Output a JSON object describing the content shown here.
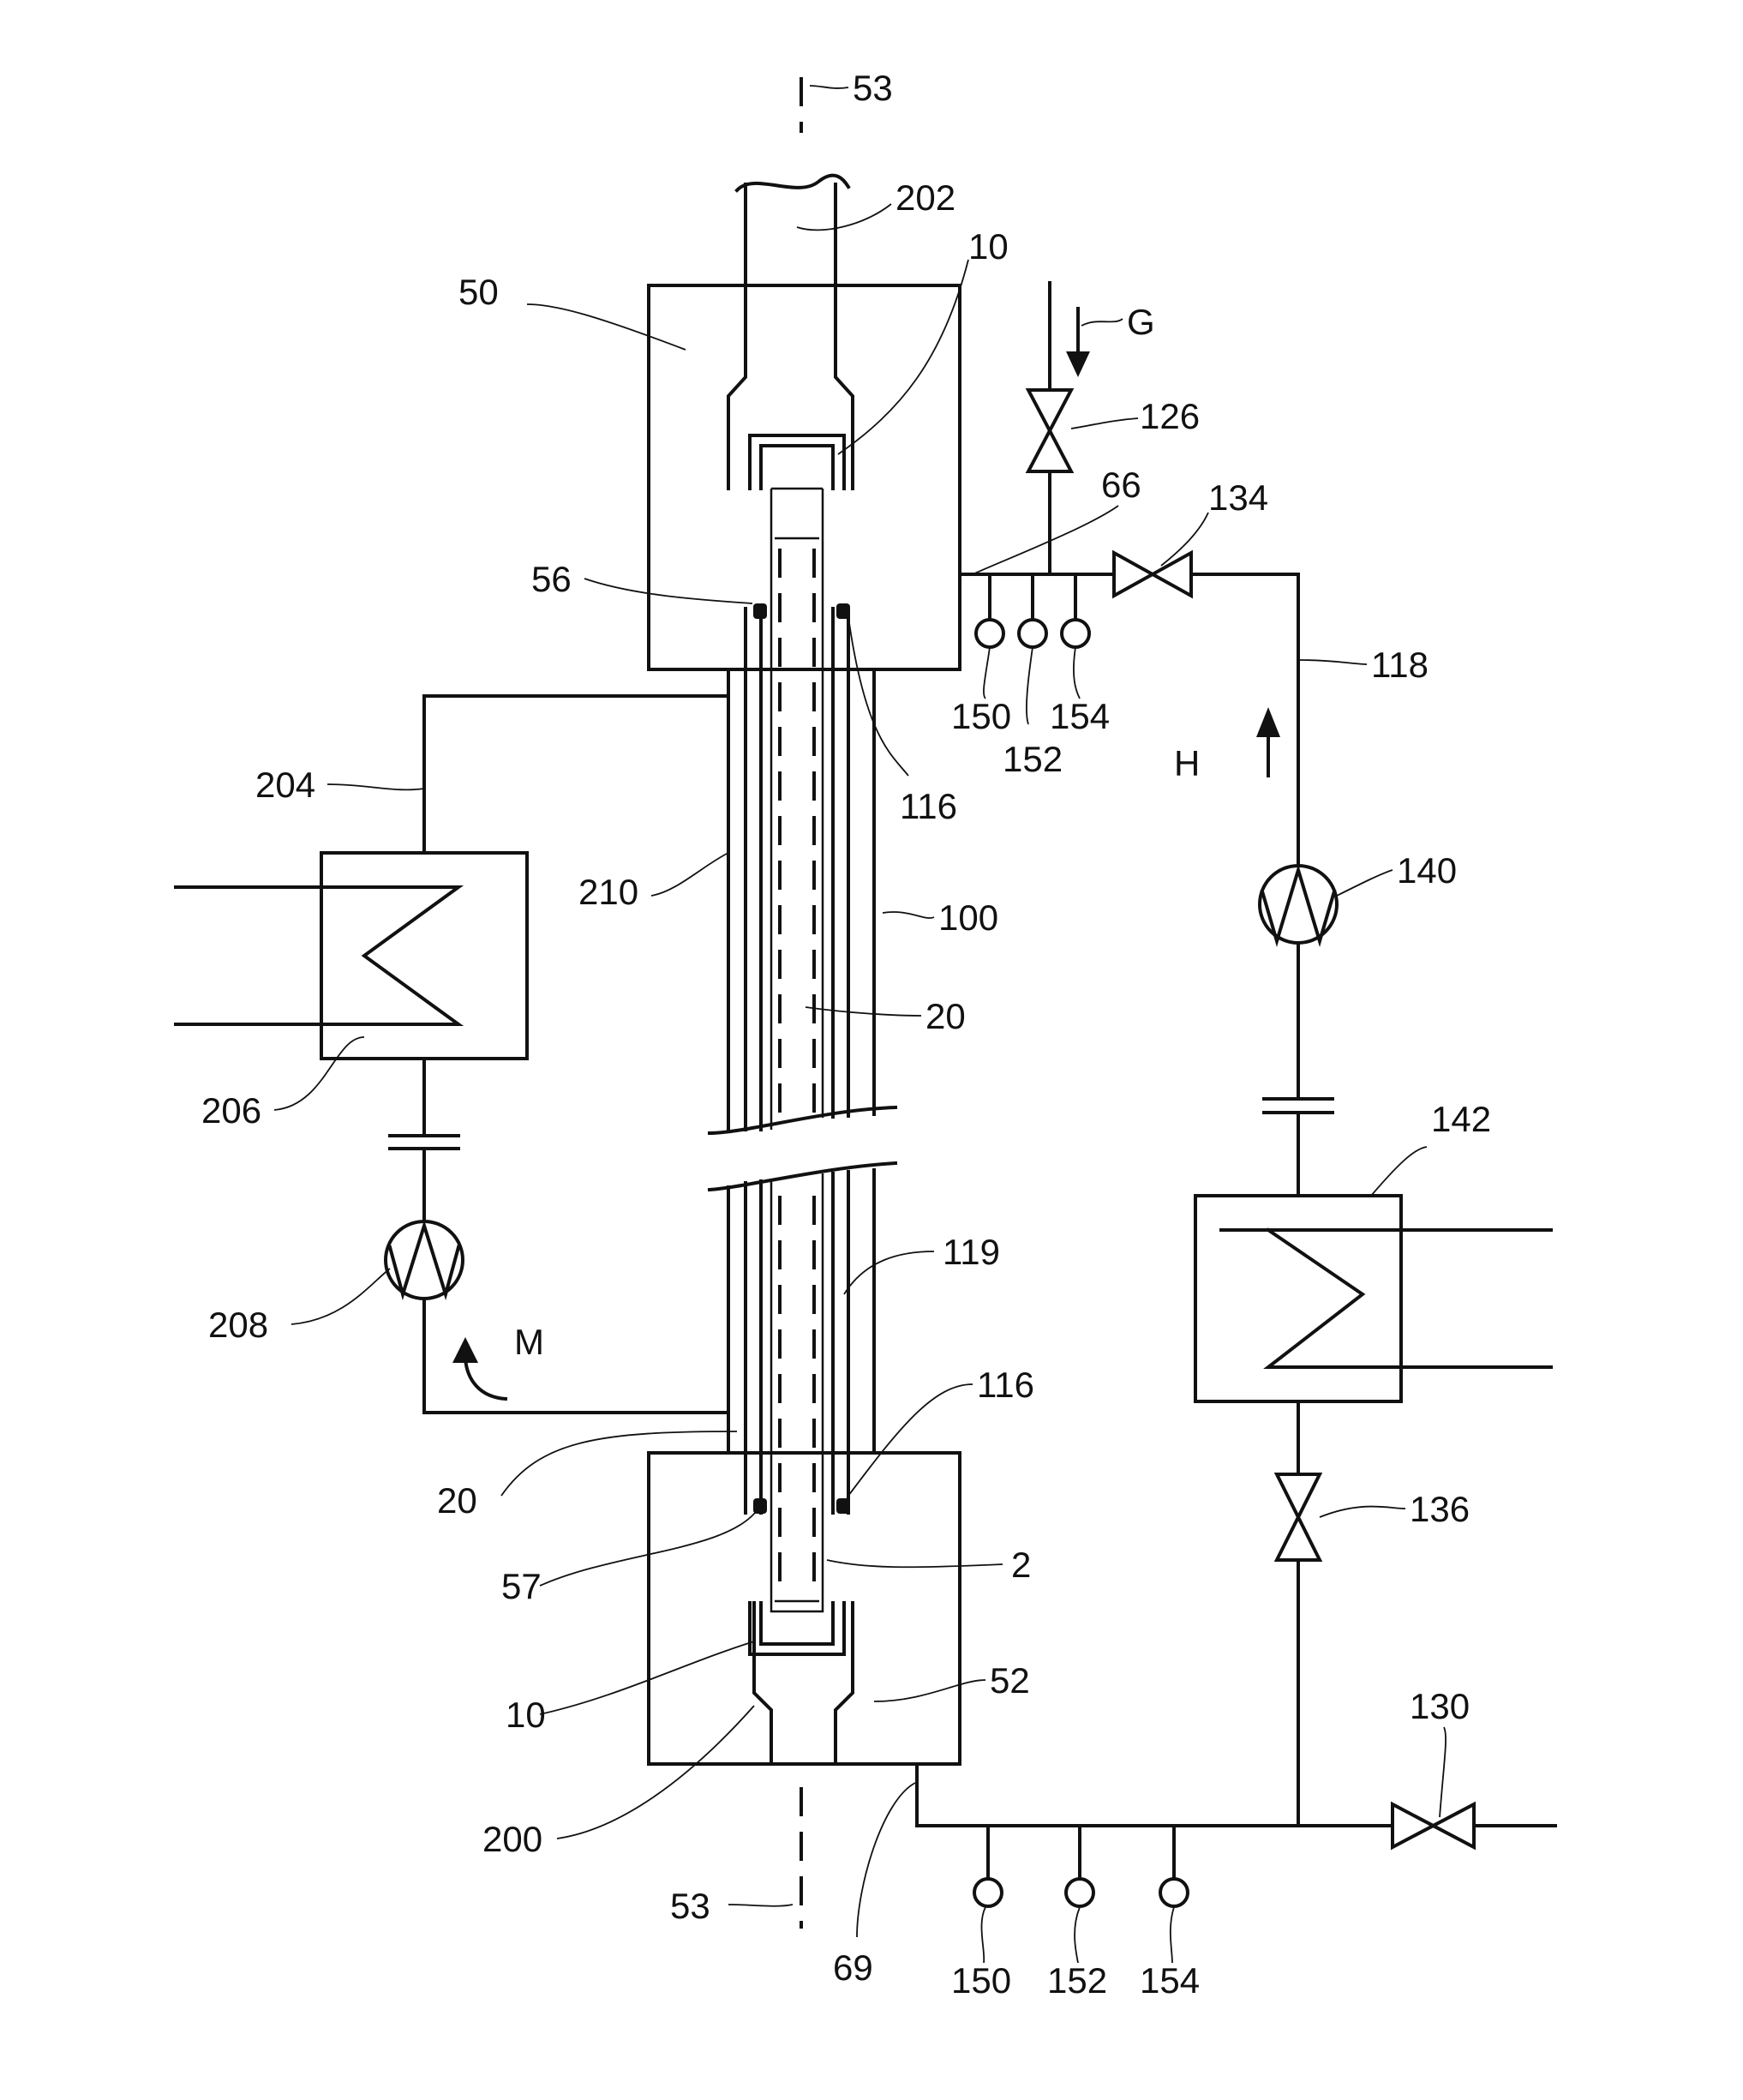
{
  "labels": [
    {
      "id": "53-top",
      "text": "53"
    },
    {
      "id": "202",
      "text": "202"
    },
    {
      "id": "10-top",
      "text": "10"
    },
    {
      "id": "50",
      "text": "50"
    },
    {
      "id": "G",
      "text": "G"
    },
    {
      "id": "126",
      "text": "126"
    },
    {
      "id": "66",
      "text": "66"
    },
    {
      "id": "134",
      "text": "134"
    },
    {
      "id": "56",
      "text": "56"
    },
    {
      "id": "150-top",
      "text": "150"
    },
    {
      "id": "152-top",
      "text": "152"
    },
    {
      "id": "154-top",
      "text": "154"
    },
    {
      "id": "118",
      "text": "118"
    },
    {
      "id": "H",
      "text": "H"
    },
    {
      "id": "116-top",
      "text": "116"
    },
    {
      "id": "204",
      "text": "204"
    },
    {
      "id": "210",
      "text": "210"
    },
    {
      "id": "100",
      "text": "100"
    },
    {
      "id": "140",
      "text": "140"
    },
    {
      "id": "20-mid",
      "text": "20"
    },
    {
      "id": "206",
      "text": "206"
    },
    {
      "id": "142",
      "text": "142"
    },
    {
      "id": "119",
      "text": "119"
    },
    {
      "id": "208",
      "text": "208"
    },
    {
      "id": "M",
      "text": "M"
    },
    {
      "id": "116-bot",
      "text": "116"
    },
    {
      "id": "20-bot",
      "text": "20"
    },
    {
      "id": "136",
      "text": "136"
    },
    {
      "id": "57",
      "text": "57"
    },
    {
      "id": "2",
      "text": "2"
    },
    {
      "id": "52",
      "text": "52"
    },
    {
      "id": "10-bot",
      "text": "10"
    },
    {
      "id": "130",
      "text": "130"
    },
    {
      "id": "200",
      "text": "200"
    },
    {
      "id": "53-bot",
      "text": "53"
    },
    {
      "id": "69",
      "text": "69"
    },
    {
      "id": "150-bot",
      "text": "150"
    },
    {
      "id": "152-bot",
      "text": "152"
    },
    {
      "id": "154-bot",
      "text": "154"
    }
  ]
}
